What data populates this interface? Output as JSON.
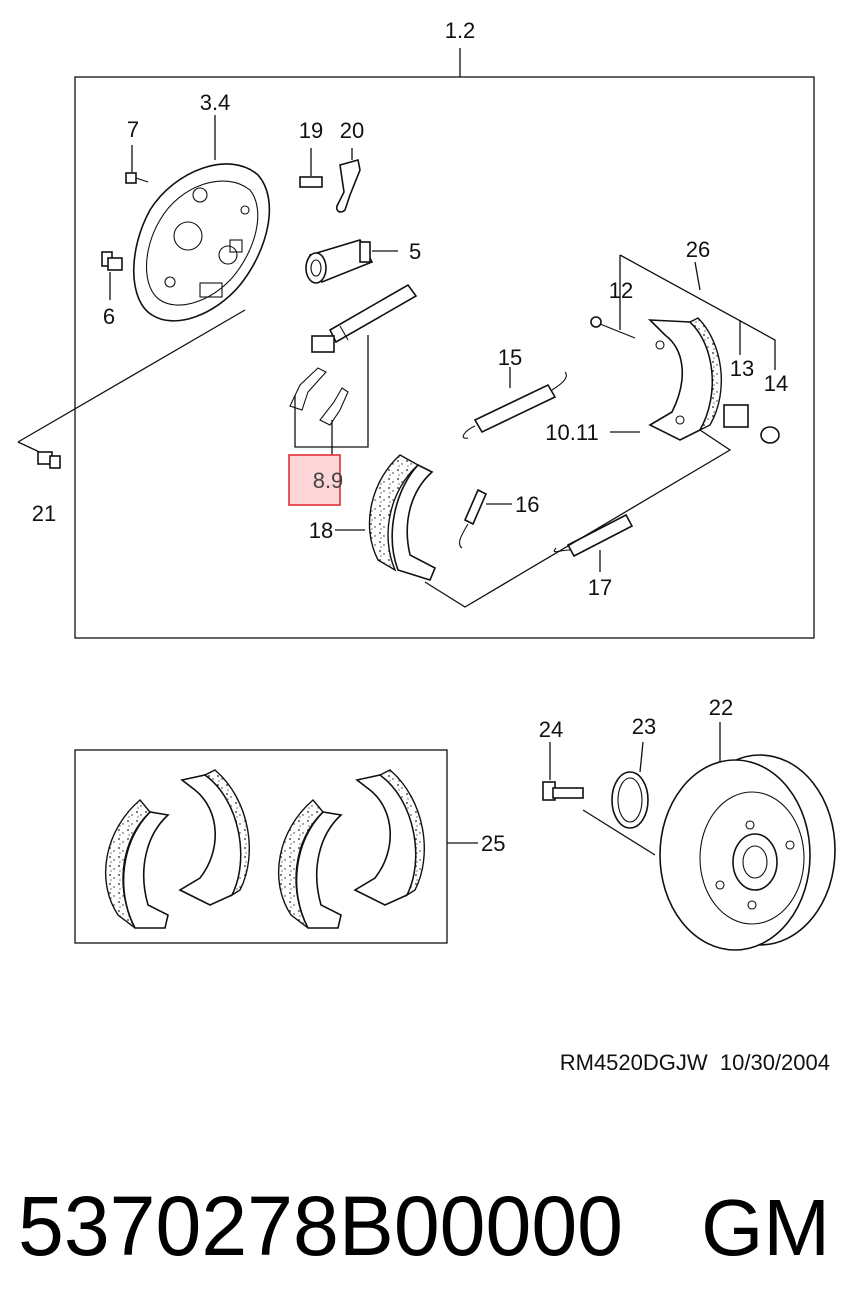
{
  "labels": {
    "l1_2": "1.2",
    "l3_4": "3.4",
    "l7": "7",
    "l19": "19",
    "l20": "20",
    "l5": "5",
    "l6": "6",
    "l26": "26",
    "l12": "12",
    "l13": "13",
    "l14": "14",
    "l15": "15",
    "l10_11": "10.11",
    "l8_9": "8.9",
    "l16": "16",
    "l18": "18",
    "l17": "17",
    "l21": "21",
    "l24": "24",
    "l23": "23",
    "l22": "22",
    "l25": "25"
  },
  "reference": "RM4520DGJW  10/30/2004",
  "part_number": "5370278B00000",
  "brand": "GM",
  "colors": {
    "highlight_fill": "#fbd5d8",
    "highlight_stroke": "#e0303a",
    "line": "#111111"
  }
}
